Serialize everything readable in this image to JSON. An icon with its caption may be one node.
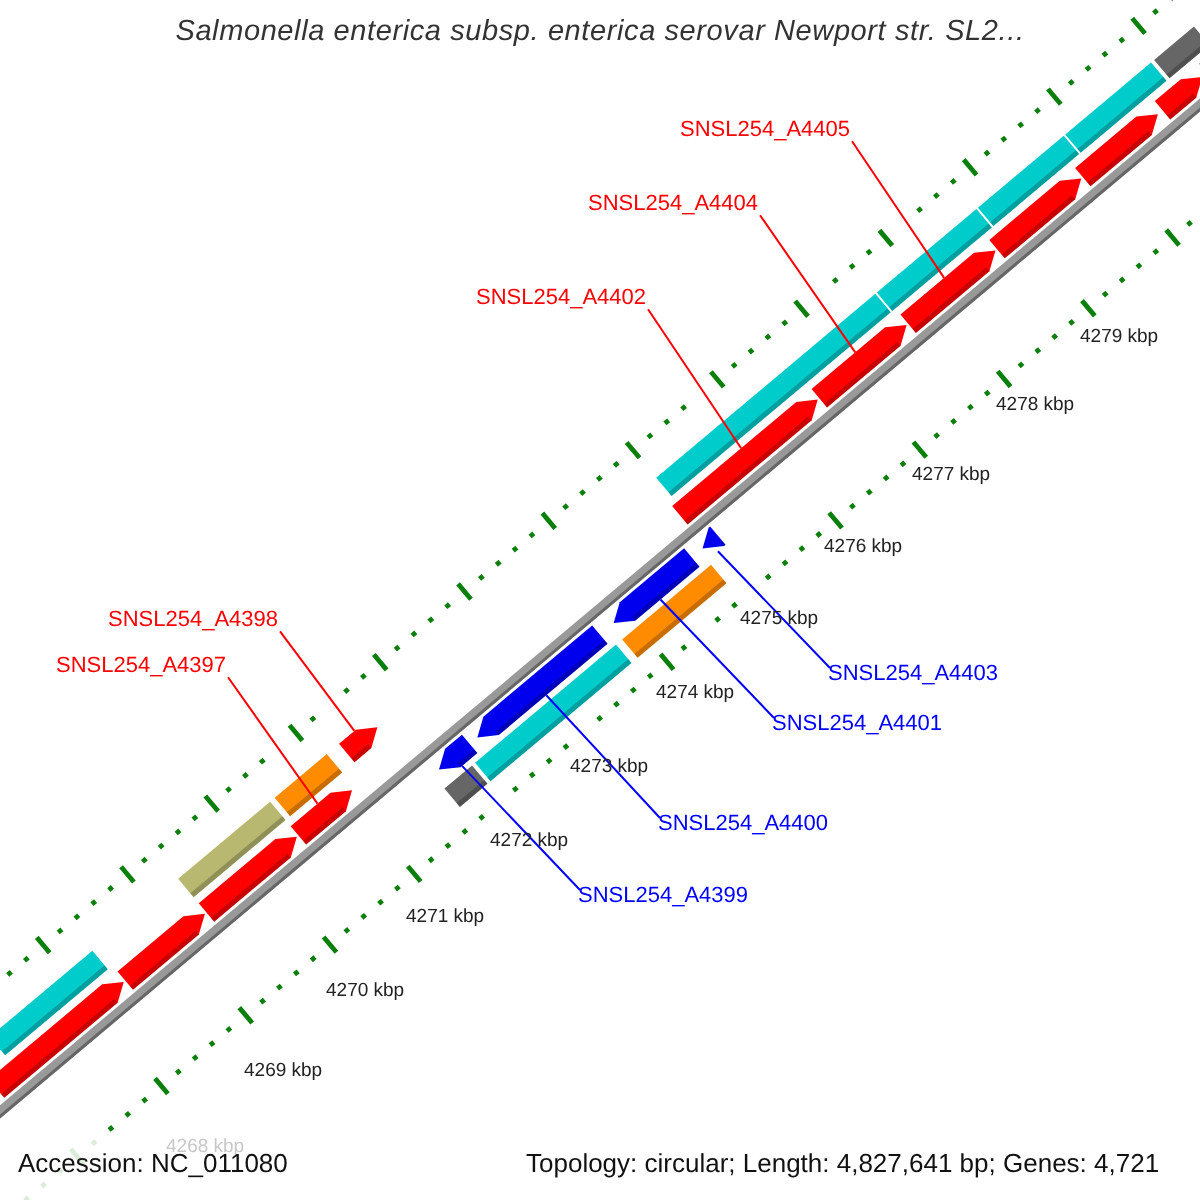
{
  "diagram": {
    "title": "Salmonella enterica subsp. enterica serovar Newport str. SL2...",
    "nodes": [
      {
        "text": [
          "SNSL254_A4405"
        ]
      },
      {
        "text": [
          "SNSL254_A4404"
        ]
      },
      {
        "text": [
          "SNSL254_A4402"
        ]
      },
      {
        "text": [
          "SNSL254_A4398"
        ]
      },
      {
        "text": [
          "SNSL254_A4397"
        ]
      },
      {
        "text": [
          "SNSL254_A4403"
        ]
      },
      {
        "text": [
          "SNSL254_A4401"
        ]
      },
      {
        "text": [
          "SNSL254_A4400"
        ]
      },
      {
        "text": [
          "SNSL254_A4399"
        ]
      },
      {
        "text": [],
        "shape": "bar"
      },
      {
        "text": [],
        "shape": "bar"
      },
      {
        "text": [],
        "shape": "bar"
      },
      {
        "text": [],
        "shape": "bar"
      },
      {
        "text": [],
        "shape": "bar"
      },
      {
        "text": [],
        "shape": "bar"
      },
      {
        "text": [],
        "shape": "bar"
      },
      {
        "text": [],
        "shape": "bar"
      },
      {
        "text": [],
        "shape": "bar"
      },
      {
        "text": [],
        "shape": "bar"
      },
      {
        "text": [],
        "shape": "bar"
      },
      {
        "text": [],
        "shape": "bar"
      },
      {
        "text": [],
        "shape": "bar"
      },
      {
        "text": [],
        "shape": "bar"
      },
      {
        "text": [],
        "shape": "bar"
      },
      {
        "text": [],
        "shape": "bar"
      },
      {
        "text": [],
        "shape": "bar"
      },
      {
        "text": [],
        "shape": "bar"
      },
      {
        "text": [],
        "shape": "bar"
      },
      {
        "text": [],
        "shape": "bar"
      },
      {
        "text": [],
        "shape": "bar"
      },
      {
        "text": [],
        "shape": "bar"
      },
      {
        "text": [],
        "shape": "bar"
      },
      {
        "text": [],
        "shape": "bar"
      },
      {
        "text": [],
        "shape": "bar"
      },
      {
        "text": [],
        "shape": "bar"
      },
      {
        "text": [],
        "shape": "bar"
      }
    ],
    "edges": [
      {
        "from": 0,
        "to": 28,
        "arrow": "none"
      },
      {
        "from": 1,
        "to": 26,
        "arrow": "none"
      },
      {
        "from": 2,
        "to": 24,
        "arrow": "none"
      },
      {
        "from": 3,
        "to": 16,
        "arrow": "none"
      },
      {
        "from": 4,
        "to": 14,
        "arrow": "none"
      },
      {
        "from": 5,
        "to": 23,
        "arrow": "none",
        "color": "#0000ff"
      },
      {
        "from": 6,
        "to": 22,
        "arrow": "none",
        "color": "#0000ff"
      },
      {
        "from": 7,
        "to": 20,
        "arrow": "none",
        "color": "#0000ff"
      },
      {
        "from": 8,
        "to": 18,
        "arrow": "none",
        "color": "#0000ff"
      }
    ],
    "labels": [
      "4279 kbp",
      "4278 kbp",
      "4277 kbp",
      "4276 kbp",
      "4275 kbp",
      "4274 kbp",
      "4273 kbp",
      "4272 kbp",
      "4271 kbp",
      "4270 kbp",
      "4269 kbp",
      "4268 kbp",
      "Accession: NC_011080",
      "Topology: circular; Length: 4,827,641 bp; Genes: 4,721"
    ]
  }
}
